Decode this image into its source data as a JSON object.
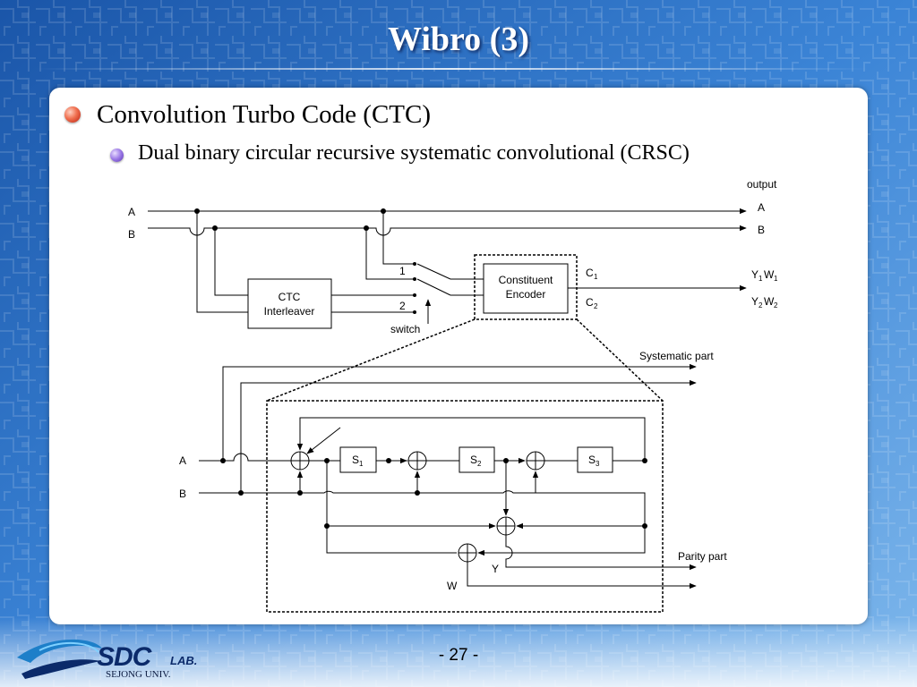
{
  "slide": {
    "title": "Wibro (3)",
    "bullet_1": "Convolution Turbo Code (CTC)",
    "bullet_2": "Dual binary circular recursive systematic convolutional (CRSC)",
    "page_number": "- 27 -"
  },
  "logo": {
    "brand": "SDC",
    "lab": "LAB.",
    "university": "SEJONG UNIV."
  },
  "top_diagram": {
    "output_label": "output",
    "input_a": "A",
    "input_b": "B",
    "output_a": "A",
    "output_b": "B",
    "interleaver_line1": "CTC",
    "interleaver_line2": "Interleaver",
    "switch_pos_1": "1",
    "switch_pos_2": "2",
    "switch_label": "switch",
    "encoder_line1": "Constituent",
    "encoder_line2": "Encoder",
    "c1": "C",
    "c1_sub": "1",
    "c2": "C",
    "c2_sub": "2",
    "y1": "Y",
    "y1_sub": "1",
    "w1": "W",
    "w1_sub": "1",
    "y2": "Y",
    "y2_sub": "2",
    "w2": "W",
    "w2_sub": "2"
  },
  "bottom_diagram": {
    "systematic_label": "Systematic part",
    "parity_label": "Parity part",
    "input_a": "A",
    "input_b": "B",
    "s1": "S",
    "s1_sub": "1",
    "s2": "S",
    "s2_sub": "2",
    "s3": "S",
    "s3_sub": "3",
    "y_label": "Y",
    "w_label": "W"
  },
  "colors": {
    "background": "#2a6fc4",
    "panel": "#ffffff",
    "title": "#ffffff",
    "bullet_1": "#e8553a",
    "bullet_2": "#8a66dc"
  }
}
